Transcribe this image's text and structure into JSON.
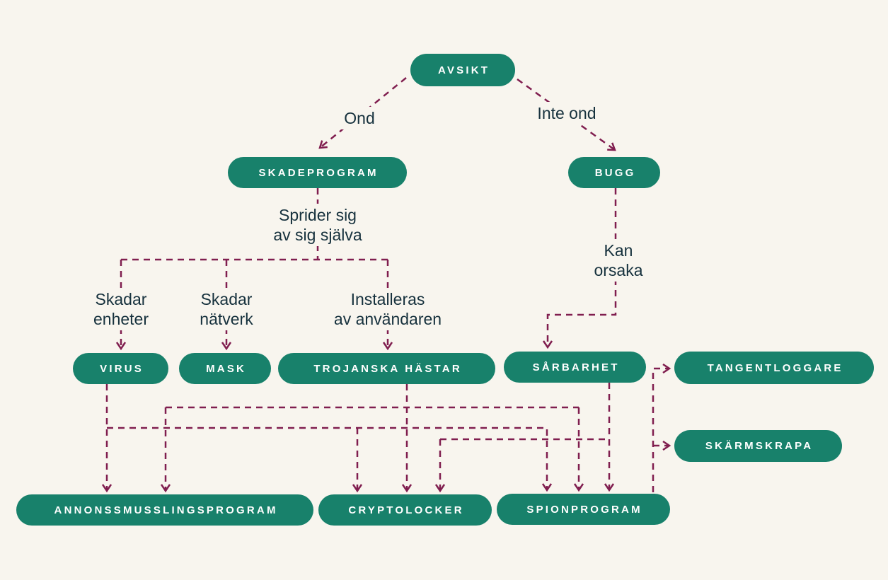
{
  "diagram": {
    "colors": {
      "background": "#f8f5ee",
      "node_fill": "#18816b",
      "node_text": "#ffffff",
      "connector": "#801e4f",
      "label_text": "#16313d"
    },
    "nodes": {
      "avsikt": {
        "label": "AVSIKT"
      },
      "skadeprogram": {
        "label": "SKADEPROGRAM"
      },
      "bugg": {
        "label": "BUGG"
      },
      "virus": {
        "label": "VIRUS"
      },
      "mask": {
        "label": "MASK"
      },
      "trojanska_hastar": {
        "label": "TROJANSKA HÄSTAR"
      },
      "sarbarhet": {
        "label": "SÅRBARHET"
      },
      "tangentloggare": {
        "label": "TANGENTLOGGARE"
      },
      "skarmskrapa": {
        "label": "SKÄRMSKRAPA"
      },
      "annonssmusslingsprogram": {
        "label": "ANNONSSMUSSLINGSPROGRAM"
      },
      "cryptolocker": {
        "label": "CRYPTOLOCKER"
      },
      "spionprogram": {
        "label": "SPIONPROGRAM"
      }
    },
    "edge_labels": {
      "ond": {
        "text": "Ond"
      },
      "inte_ond": {
        "text": "Inte ond"
      },
      "sprider_sig": {
        "text": "Sprider sig\nav sig själva"
      },
      "skadar_enheter": {
        "text": "Skadar\nenheter"
      },
      "skadar_natverk": {
        "text": "Skadar\nnätverk"
      },
      "installeras": {
        "text": "Installeras\nav användaren"
      },
      "kan_orsaka": {
        "text": "Kan\norsaka"
      }
    },
    "edges": [
      {
        "from": "AVSIKT",
        "to": "SKADEPROGRAM",
        "label": "Ond"
      },
      {
        "from": "AVSIKT",
        "to": "BUGG",
        "label": "Inte ond"
      },
      {
        "from": "SKADEPROGRAM",
        "to": "VIRUS",
        "label": "Sprider sig av sig själva / Skadar enheter"
      },
      {
        "from": "SKADEPROGRAM",
        "to": "MASK",
        "label": "Sprider sig av sig själva / Skadar nätverk"
      },
      {
        "from": "SKADEPROGRAM",
        "to": "TROJANSKA HÄSTAR",
        "label": "Sprider sig av sig själva / Installeras av användaren"
      },
      {
        "from": "BUGG",
        "to": "SÅRBARHET",
        "label": "Kan orsaka"
      },
      {
        "from": "VIRUS",
        "to": "ANNONSSMUSSLINGSPROGRAM",
        "label": ""
      },
      {
        "from": "VIRUS",
        "to": "CRYPTOLOCKER",
        "label": ""
      },
      {
        "from": "VIRUS",
        "to": "SPIONPROGRAM",
        "label": ""
      },
      {
        "from": "TROJANSKA HÄSTAR",
        "to": "ANNONSSMUSSLINGSPROGRAM",
        "label": ""
      },
      {
        "from": "TROJANSKA HÄSTAR",
        "to": "CRYPTOLOCKER",
        "label": ""
      },
      {
        "from": "TROJANSKA HÄSTAR",
        "to": "SPIONPROGRAM",
        "label": ""
      },
      {
        "from": "SÅRBARHET",
        "to": "CRYPTOLOCKER",
        "label": ""
      },
      {
        "from": "SÅRBARHET",
        "to": "SPIONPROGRAM",
        "label": ""
      },
      {
        "from": "SPIONPROGRAM",
        "to": "TANGENTLOGGARE",
        "label": ""
      },
      {
        "from": "SPIONPROGRAM",
        "to": "SKÄRMSKRAPA",
        "label": ""
      }
    ]
  }
}
